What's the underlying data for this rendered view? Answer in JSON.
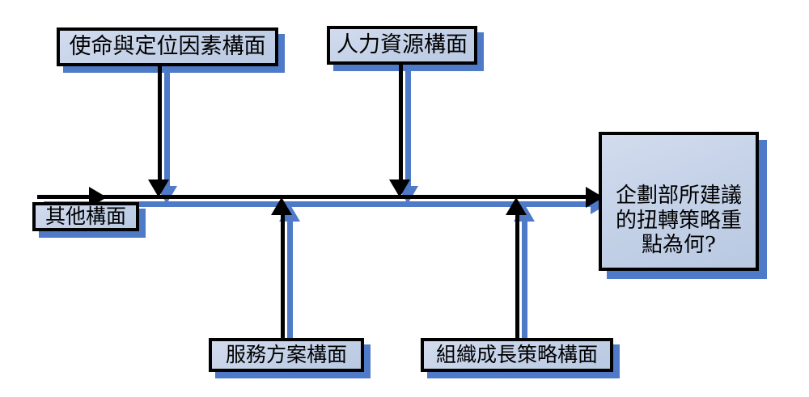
{
  "diagram": {
    "type": "fishbone-cause-and-effect",
    "title": "",
    "palette": {
      "box_fill_light": "#d3dcee",
      "box_fill_dark": "#b9c9e2",
      "box_border": "#000000",
      "shadow_blue": "#4e7ac7",
      "line": "#000000",
      "background": "#ffffff",
      "text": "#000000"
    },
    "spine": {
      "name": "main-spine",
      "direction": "left-to-right",
      "arrow_head": "right",
      "start_label": "其他構面",
      "end_label": "企劃部所建議的扭轉策略重點為何?"
    },
    "causes": [
      {
        "id": "mission",
        "label": "使命與定位因素構面",
        "position": "top-left",
        "branch_direction": "down"
      },
      {
        "id": "human-resources",
        "label": "人力資源構面",
        "position": "top-middle",
        "branch_direction": "down"
      },
      {
        "id": "other",
        "label": "其他構面",
        "position": "spine-left-start",
        "branch_direction": "right"
      },
      {
        "id": "service-programme",
        "label": "服務方案構面",
        "position": "bottom-left",
        "branch_direction": "up"
      },
      {
        "id": "growth-strategy",
        "label": "組織成長策略構面",
        "position": "bottom-right",
        "branch_direction": "up"
      }
    ],
    "effect": {
      "id": "result",
      "label": "企劃部所建議\n的扭轉策略重\n點為何?",
      "position": "right-end"
    }
  }
}
